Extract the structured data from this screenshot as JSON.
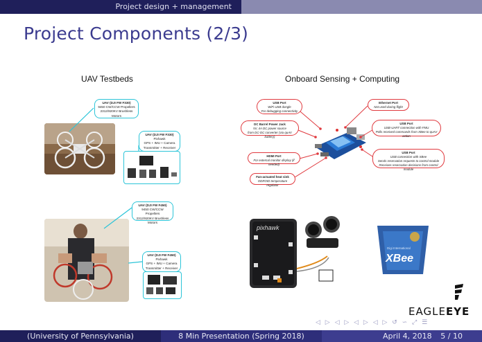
{
  "header": {
    "section": "Project design + management"
  },
  "slide": {
    "title": "Project Components (2/3)",
    "left_label": "UAV Testbeds",
    "right_label": "Onboard Sensing + Computing"
  },
  "uav_callouts": {
    "f330_frame": {
      "title": "UAV (DJI FW F330)",
      "lines": [
        "9450 CW/CCW Propellers",
        "2312/920KV Brushless Motors"
      ]
    },
    "f330_ctrl": {
      "title": "UAV (DJI FW F330)",
      "lines": [
        "Pixhawk",
        "GPS + IMU + Camera",
        "Transmitter + Receiver"
      ]
    },
    "f450_frame": {
      "title": "UAV (DJI FW F450)",
      "lines": [
        "9450 CW/CCW Propellers",
        "2312/920KV Brushless Motors"
      ]
    },
    "f450_ctrl": {
      "title": "UAV (DJI FW F450)",
      "lines": [
        "Pixhawk",
        "GPS + IMU + Camera",
        "Transmitter + Receiver"
      ]
    }
  },
  "board_callouts": {
    "usb_left": {
      "title": "USB Port",
      "lines": [
        "WiFi USB dongle",
        "For debugging connectivity"
      ]
    },
    "dc_barrel": {
      "title": "DC Barrel Power Jack",
      "lines": [
        "5V, 4A DC power source",
        "from DC-DC converter (via quAV battery)"
      ]
    },
    "hdmi": {
      "title": "HDMI Port",
      "lines": [
        "For external monitor display (if needed)"
      ]
    },
    "fan": {
      "title": "Fan-actuated heat sink",
      "lines": [
        "ODROID temperature regulator"
      ]
    },
    "ethernet": {
      "title": "Ethernet Port",
      "lines": [
        "Not used during flight"
      ]
    },
    "usb_uart": {
      "title": "USB Port",
      "lines": [
        "USB-UART connection with FMU",
        "Polls received commands from XBee to quAV action"
      ]
    },
    "usb_xbee": {
      "title": "USB Port",
      "lines": [
        "USB connection with XBee",
        "Sends reservation requests to control module",
        "Receives reservation decisions from control module"
      ]
    }
  },
  "pixhawk_label": "pixhawk",
  "xbee_label": "XBee",
  "xbee_small": "Digi International",
  "logo": {
    "part1": "EAGLE",
    "part2": "EYE"
  },
  "nav_symbols": "◁ ▷ ◁ ▷ ◁ ▷ ◁ ▷ ↺ ∽ ⤢ ☰",
  "footer": {
    "institution": "(University of Pennsylvania)",
    "presentation": "8 Min Presentation (Spring 2018)",
    "date": "April 4, 2018",
    "page": "5 / 10"
  },
  "colors": {
    "title": "#3b3b8f",
    "header_dark": "#1f1f5a",
    "cyan_callout": "#2bc4d8",
    "red_callout": "#e0393e"
  }
}
